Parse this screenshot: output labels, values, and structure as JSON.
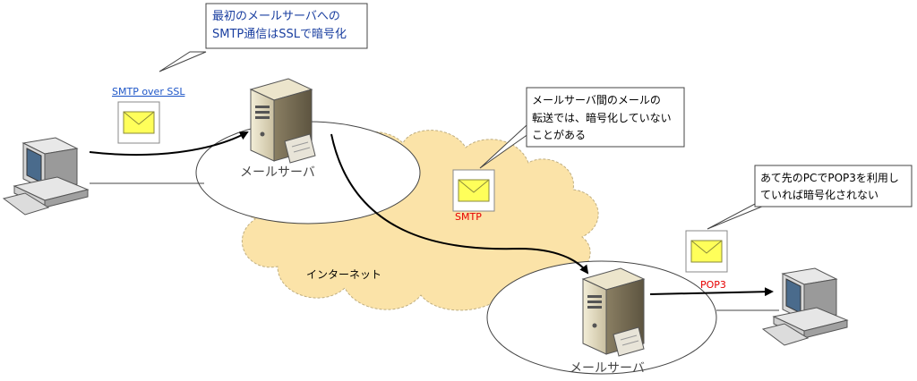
{
  "callouts": {
    "ssl_note": {
      "line1": "最初のメールサーバへの",
      "line2": "SMTP通信はSSLで暗号化"
    },
    "relay_note": {
      "line1": "メールサーバ間のメールの",
      "line2": "転送では、暗号化していない",
      "line3": "ことがある"
    },
    "pop3_note": {
      "line1": "あて先のPCでPOP3を利用し",
      "line2": "ていれば暗号化されない"
    }
  },
  "protocols": {
    "smtp_over_ssl": "SMTP over SSL",
    "smtp": "SMTP",
    "pop3": "POP3"
  },
  "nodes": {
    "internet": "インターネット",
    "server1": "メールサーバ",
    "server2": "メールサーバ"
  },
  "colors": {
    "ssl_note_text": "#1a3fa0",
    "protocol_red": "#e60000",
    "link_blue": "#1f57c8",
    "cloud_fill": "#fbe3a8",
    "envelope_fill": "#ffff5a"
  }
}
